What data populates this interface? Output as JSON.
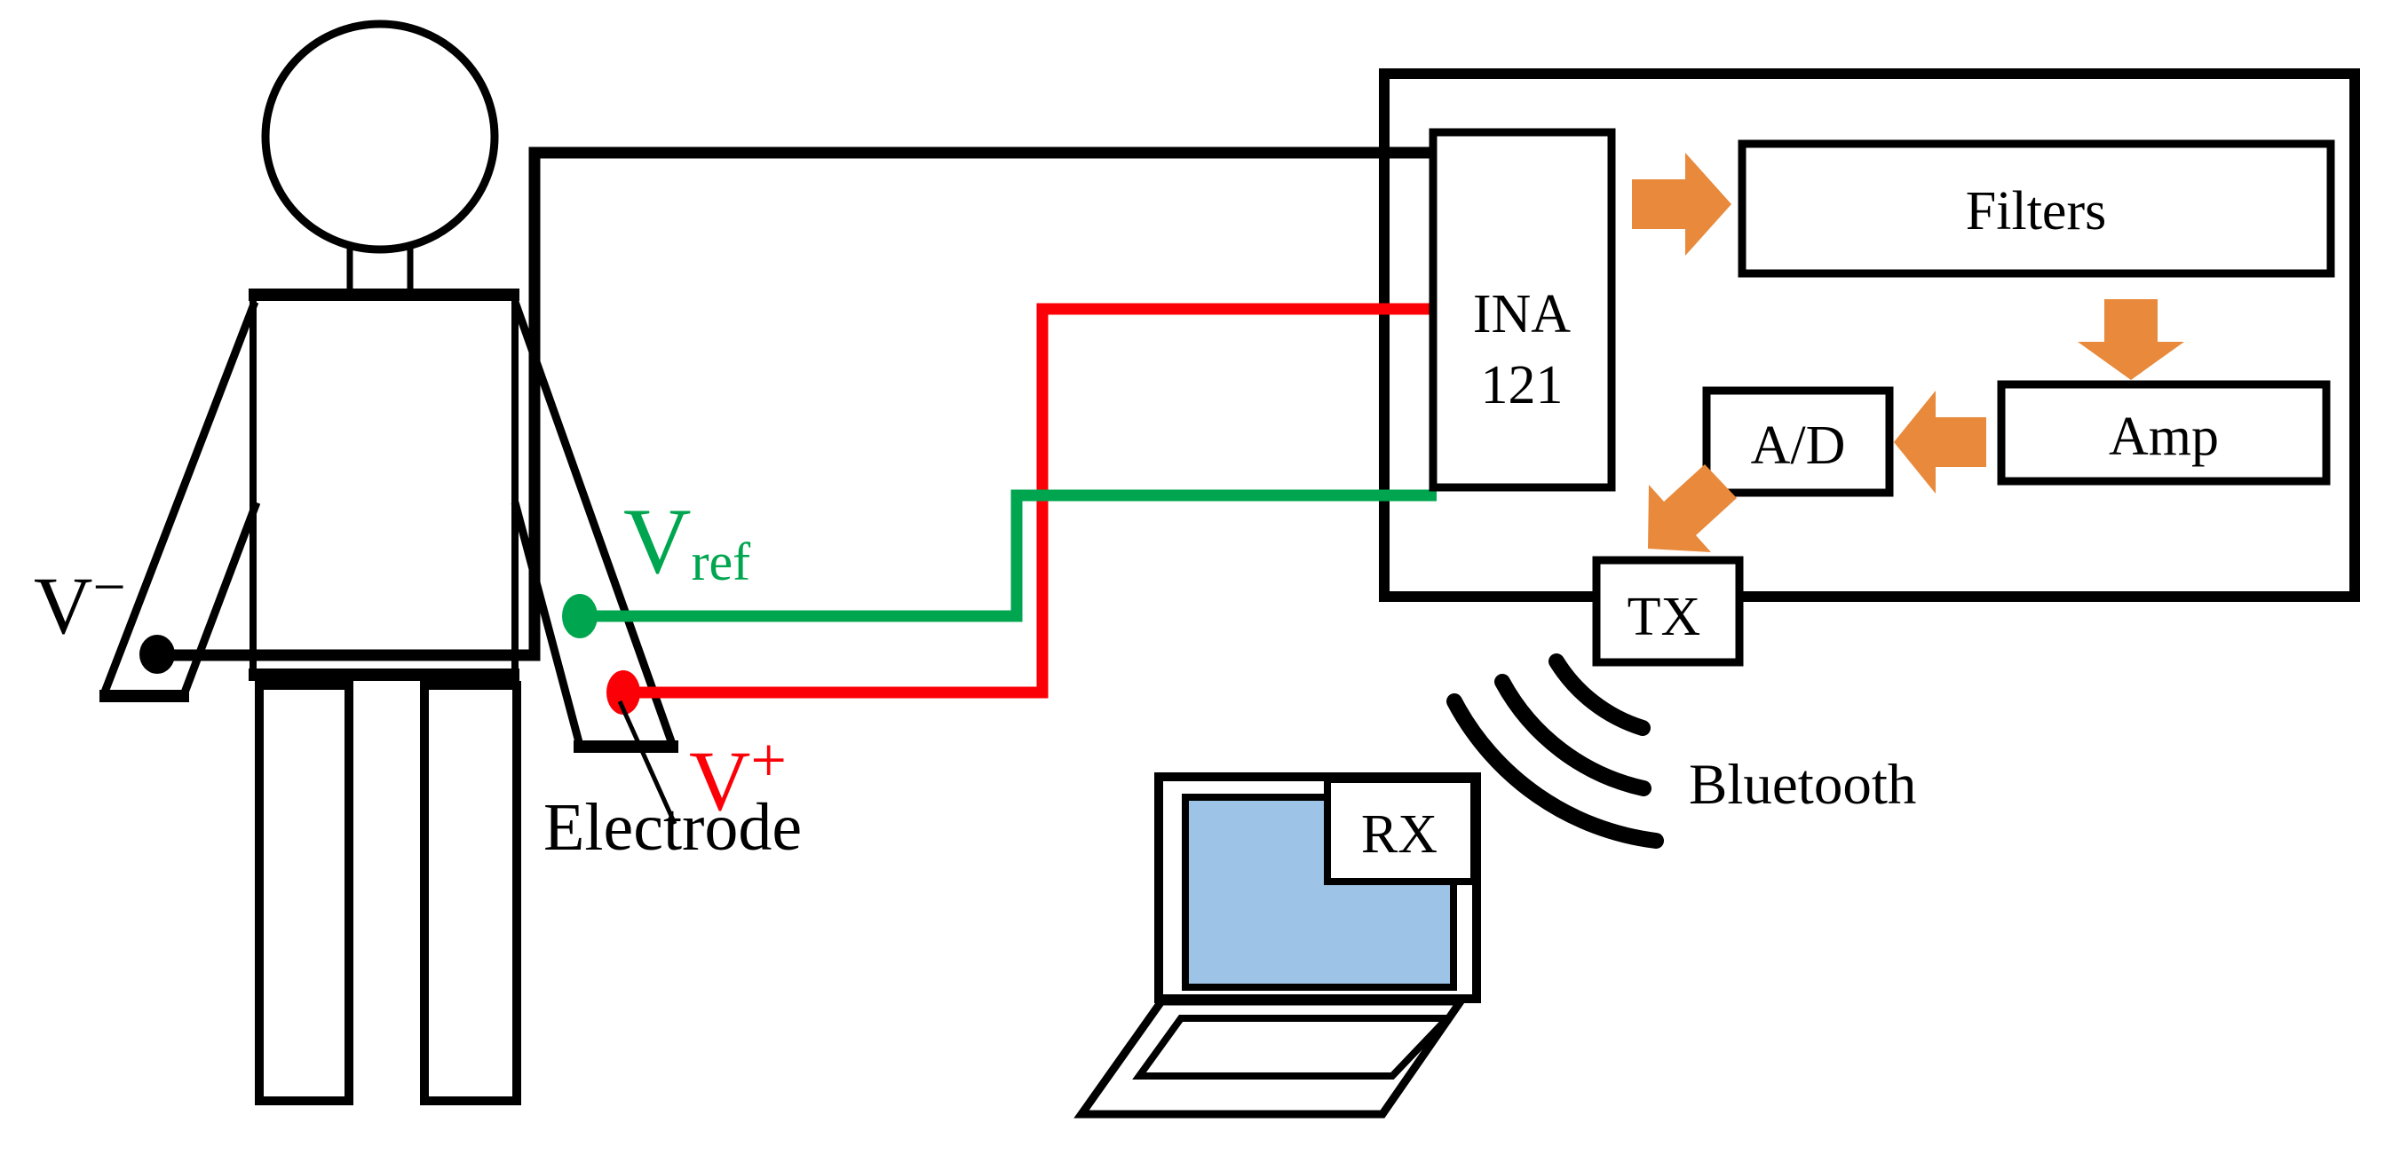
{
  "person": {
    "v_minus": {
      "base": "V",
      "sign": "−"
    },
    "v_ref": {
      "base": "V",
      "sub": "ref"
    },
    "v_plus": {
      "base": "V",
      "sign": "+"
    },
    "electrode_label": "Electrode"
  },
  "unit": {
    "ina_line1": "INA",
    "ina_line2": "121",
    "filters": "Filters",
    "amp": "Amp",
    "adc": "A/D",
    "tx": "TX"
  },
  "wireless": {
    "bluetooth": "Bluetooth",
    "rx": "RX"
  },
  "colors": {
    "ink": "#000000",
    "wire_red": "#FB0006",
    "wire_green": "#00A64F",
    "arrow_orange": "#E8893B",
    "laptop_screen": "#9DC3E6",
    "background": "#FFFFFF"
  }
}
